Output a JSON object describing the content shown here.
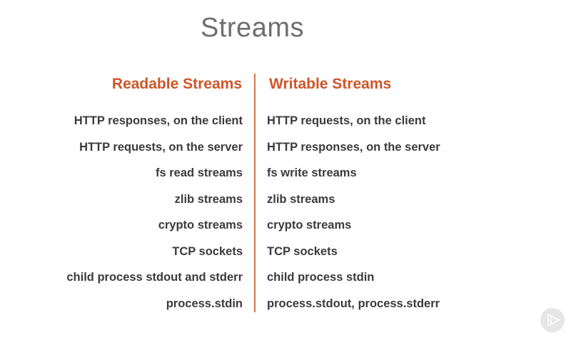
{
  "slide": {
    "title": "Streams",
    "columns": [
      {
        "header": "Readable Streams",
        "items": [
          "HTTP responses, on the client",
          "HTTP requests, on the server",
          "fs read streams",
          "zlib streams",
          "crypto streams",
          "TCP sockets",
          "child process stdout and stderr",
          "process.stdin"
        ]
      },
      {
        "header": "Writable Streams",
        "items": [
          "HTTP requests, on the client",
          "HTTP responses, on the server",
          "fs write streams",
          "zlib streams",
          "crypto streams",
          "TCP sockets",
          "child process stdin",
          "process.stdout, process.stderr"
        ]
      }
    ],
    "logo": "play-button-logo"
  },
  "colors": {
    "background": "#ffffff",
    "title": "#6e6e70",
    "header_accent": "#cf5529",
    "divider": "#d4764f",
    "body_text": "#3b3b3d",
    "logo": "#e4e4e4"
  }
}
